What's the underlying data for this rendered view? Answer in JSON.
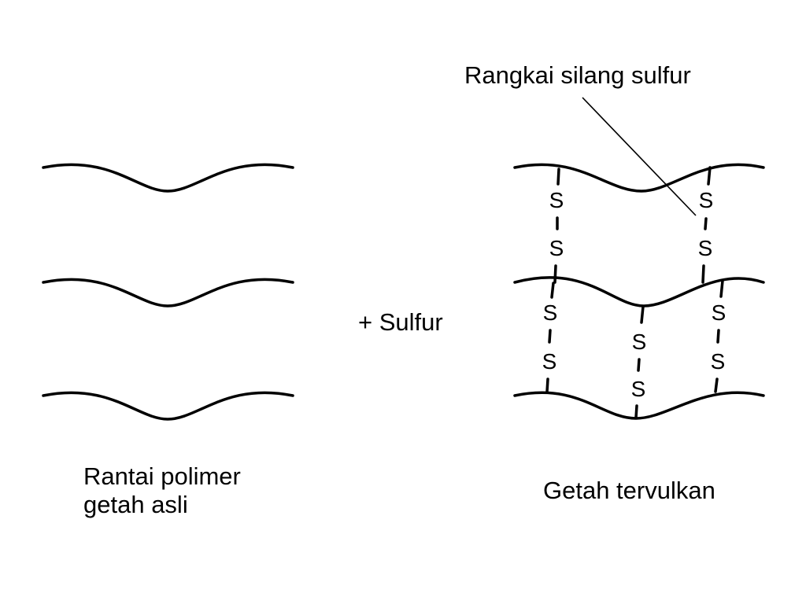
{
  "diagram": {
    "title_callout": "Rangkai silang sulfur",
    "plus_label": "+ Sulfur",
    "left_caption": [
      "Rantai polimer",
      "getah asli"
    ],
    "right_caption": "Getah tervulkan",
    "sulfur_symbol": "S",
    "stroke_color": "#000000",
    "background_color": "#ffffff"
  }
}
